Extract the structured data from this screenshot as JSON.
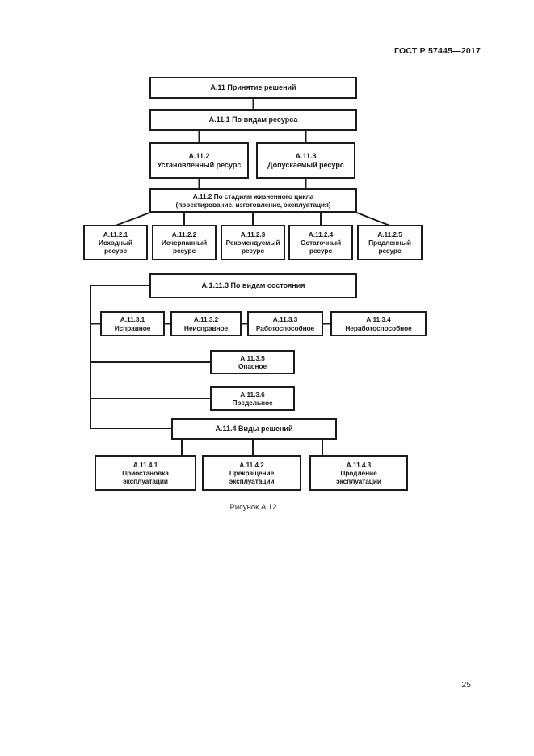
{
  "page": {
    "header": "ГОСТ Р 57445—2017",
    "figure_caption": "Рисунок А.12",
    "page_number": "25"
  },
  "diagram": {
    "type": "hierarchical-block-diagram",
    "line_color": "#1b1b1b",
    "background_color": "#ffffff",
    "nodes": {
      "a11": "А.11 Принятие решений",
      "a11_1": "А.11.1 По видам ресурса",
      "a11_2": "А.11.2\nУстановленный ресурс",
      "a11_3": "А.11.3\nДопускаемый ресурс",
      "a11_2_stages": "А.11.2 По стадиям жизненного цикла\n(проектирование, изготовление, эксплуатация)",
      "a11_2_1": "А.11.2.1\nИсходный\nресурс",
      "a11_2_2": "А.11.2.2\nИсчерпанный\nресурс",
      "a11_2_3": "А.11.2.3\nРекомендуемый\nресурс",
      "a11_2_4": "А.11.2.4\nОстаточный\nресурс",
      "a11_2_5": "А.11.2.5\nПродленный\nресурс",
      "a1_11_3": "А.1.11.3 По видам состояния",
      "a11_3_1": "А.11.3.1\nИсправное",
      "a11_3_2": "А.11.3.2\nНеисправное",
      "a11_3_3": "А.11.3.3\nРаботоспособное",
      "a11_3_4": "А.11.3.4\nНеработоспособное",
      "a11_3_5": "А.11.3.5\nОпасное",
      "a11_3_6": "А.11.3.6\nПредельное",
      "a11_4": "А.11.4 Виды решений",
      "a11_4_1": "А.11.4.1\nПриостановка\nэксплуатации",
      "a11_4_2": "А.11.4.2\nПрекращение\nэксплуатации",
      "a11_4_3": "А.11.4.3\nПродление\nэксплуатации"
    }
  }
}
